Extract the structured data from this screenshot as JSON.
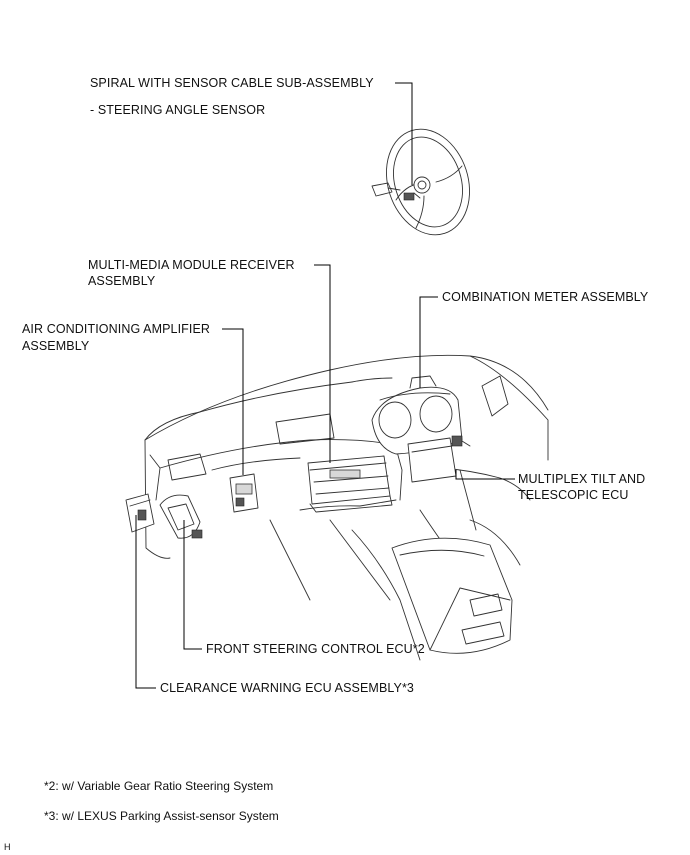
{
  "labels": {
    "spiral_sensor": "SPIRAL WITH SENSOR CABLE SUB-ASSEMBLY",
    "steering_angle_sensor": "- STEERING ANGLE SENSOR",
    "multimedia_receiver_line1": "MULTI-MEDIA MODULE RECEIVER",
    "multimedia_receiver_line2": "ASSEMBLY",
    "combination_meter": "COMBINATION METER ASSEMBLY",
    "ac_amplifier_line1": "AIR CONDITIONING AMPLIFIER",
    "ac_amplifier_line2": "ASSEMBLY",
    "multiplex_tilt_line1": "MULTIPLEX TILT AND",
    "multiplex_tilt_line2": "TELESCOPIC ECU",
    "front_steering_ecu": "FRONT STEERING CONTROL ECU*2",
    "clearance_warning_ecu": "CLEARANCE WARNING ECU ASSEMBLY*3"
  },
  "notes": {
    "note2": "*2: w/ Variable Gear Ratio Steering System",
    "note3": "*3: w/ LEXUS Parking Assist-sensor System"
  },
  "figure_code": "H"
}
